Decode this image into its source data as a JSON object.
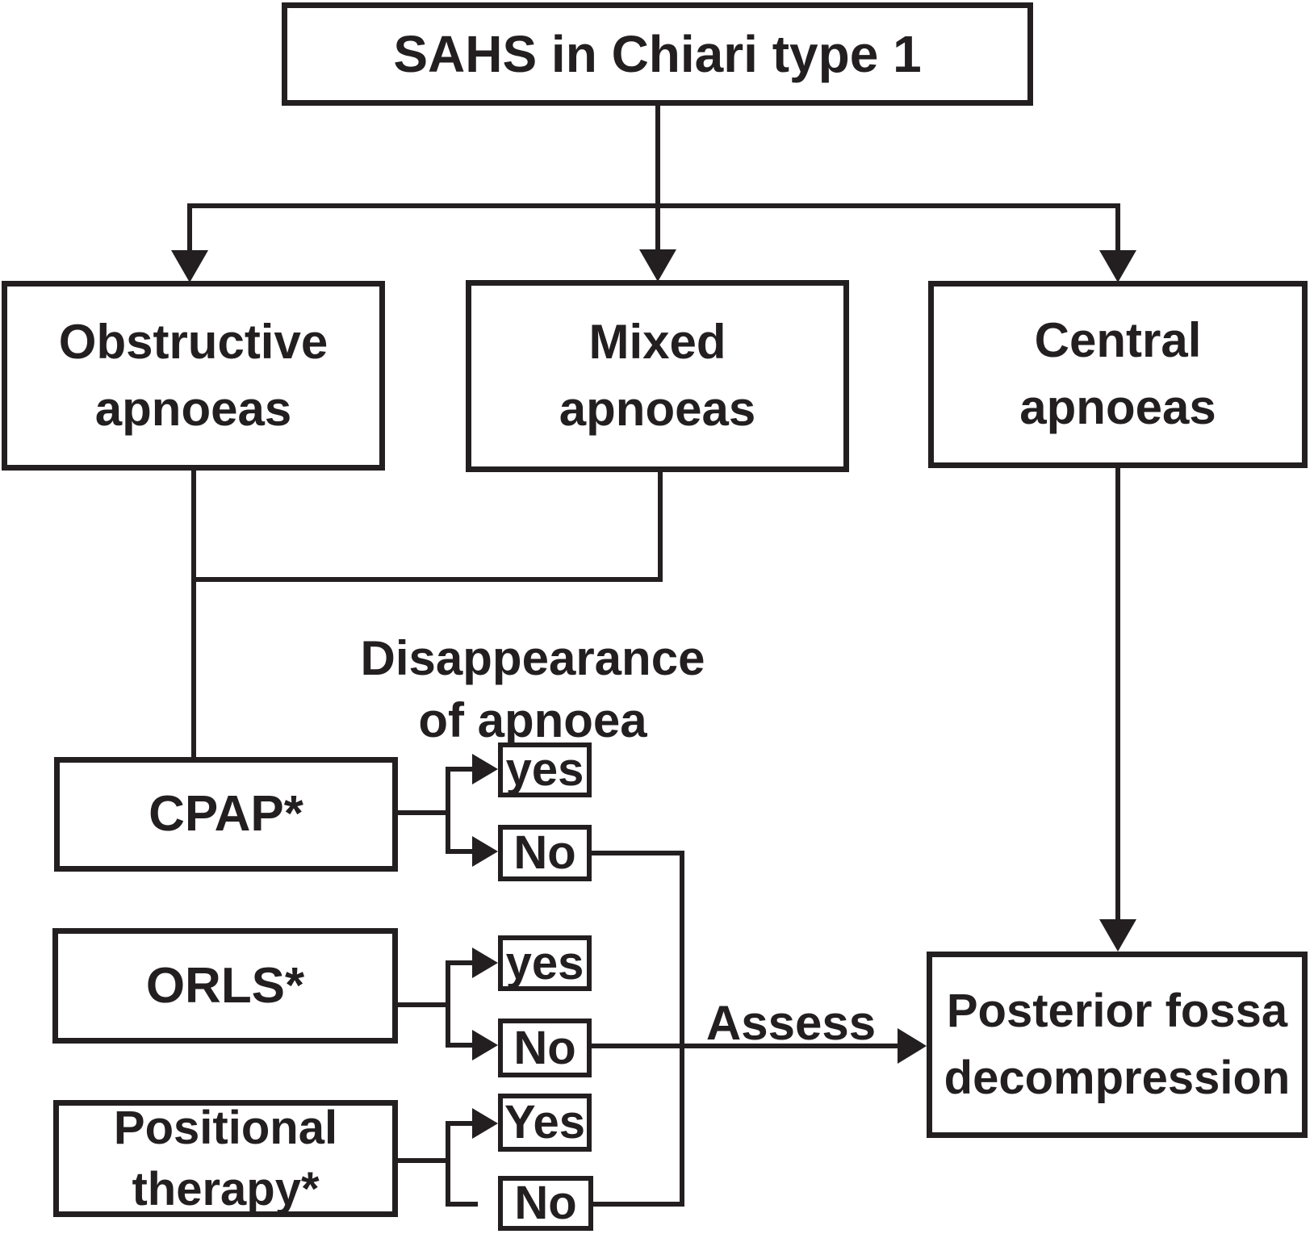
{
  "colors": {
    "line": "#231f20",
    "text": "#231f20",
    "box_fill": "#ffffff",
    "background": "#ffffff"
  },
  "diagram": {
    "title": "SAHS in Chiari type 1",
    "branch_nodes": {
      "obstructive": {
        "line1": "Obstructive",
        "line2": "apnoeas"
      },
      "mixed": {
        "line1": "Mixed",
        "line2": "apnoeas"
      },
      "central": {
        "line1": "Central",
        "line2": "apnoeas"
      }
    },
    "treatment_nodes": {
      "cpap": "CPAP*",
      "orls": "ORLS*",
      "positional": {
        "line1": "Positional",
        "line2": "therapy*"
      }
    },
    "outcome_question": {
      "line1": "Disappearance",
      "line2": "of apnoea"
    },
    "outcomes": {
      "cpap_yes": "yes",
      "cpap_no": "No",
      "orls_yes": "yes",
      "orls_no": "No",
      "positional_yes": "Yes",
      "positional_no": "No"
    },
    "assess_label": "Assess",
    "result_node": {
      "line1": "Posterior fossa",
      "line2": "decompression"
    }
  }
}
